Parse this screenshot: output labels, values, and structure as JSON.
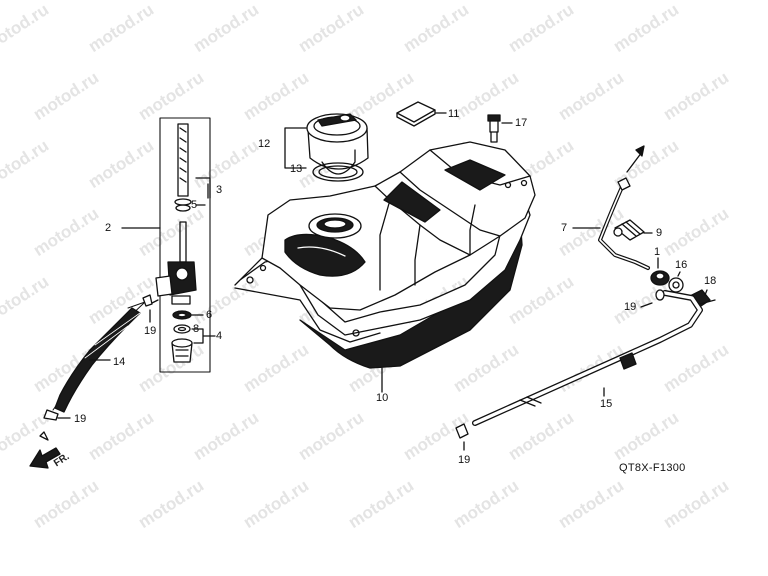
{
  "watermark": "motod.ru",
  "diagram_code": "QT8X-F1300",
  "direction_label": "FR.",
  "callouts": [
    {
      "id": "c1",
      "text": "1"
    },
    {
      "id": "c2",
      "text": "2"
    },
    {
      "id": "c3",
      "text": "3"
    },
    {
      "id": "c4",
      "text": "4"
    },
    {
      "id": "c5",
      "text": "5"
    },
    {
      "id": "c6",
      "text": "6"
    },
    {
      "id": "c7",
      "text": "7"
    },
    {
      "id": "c8",
      "text": "8"
    },
    {
      "id": "c9",
      "text": "9"
    },
    {
      "id": "c10",
      "text": "10"
    },
    {
      "id": "c11",
      "text": "11"
    },
    {
      "id": "c12",
      "text": "12"
    },
    {
      "id": "c13",
      "text": "13"
    },
    {
      "id": "c14",
      "text": "14"
    },
    {
      "id": "c15",
      "text": "15"
    },
    {
      "id": "c16",
      "text": "16"
    },
    {
      "id": "c17",
      "text": "17"
    },
    {
      "id": "c18",
      "text": "18"
    },
    {
      "id": "c19a",
      "text": "19"
    },
    {
      "id": "c19b",
      "text": "19"
    },
    {
      "id": "c19c",
      "text": "19"
    },
    {
      "id": "c19d",
      "text": "19"
    }
  ]
}
